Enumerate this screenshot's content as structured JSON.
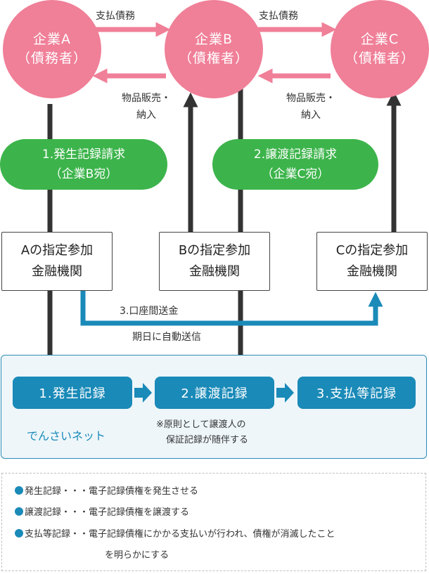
{
  "companies": {
    "a": {
      "name": "企業A",
      "role": "（債務者）"
    },
    "b": {
      "name": "企業B",
      "role": "（債権者）"
    },
    "c": {
      "name": "企業C",
      "role": "（債権者）"
    }
  },
  "flows": {
    "payment_ab": "支払債務",
    "payment_bc": "支払債務",
    "goods_ba": [
      "物品販売・",
      "納入"
    ],
    "goods_cb": [
      "物品販売・",
      "納入"
    ]
  },
  "requests": {
    "issue": {
      "line1": "1.発生記録請求",
      "line2": "（企業B宛）"
    },
    "transfer": {
      "line1": "2.譲渡記録請求",
      "line2": "（企業C宛）"
    }
  },
  "banks": {
    "a": {
      "line1": "Aの指定参加",
      "line2": "金融機関"
    },
    "b": {
      "line1": "Bの指定参加",
      "line2": "金融機関"
    },
    "c": {
      "line1": "Cの指定参加",
      "line2": "金融機関"
    }
  },
  "transfer_labels": {
    "account_transfer": "3.口座間送金",
    "auto_send": "期日に自動送信"
  },
  "records": {
    "issue": "1.発生記録",
    "transfer": "2.譲渡記録",
    "payment": "3.支払等記録"
  },
  "network_name": "でんさいネット",
  "note": [
    "※原則として譲渡人の",
    "保証記録が随伴する"
  ],
  "legend": [
    {
      "term": "発生記録",
      "sep": "・・・",
      "desc": "電子記録債権を発生させる"
    },
    {
      "term": "譲渡記録",
      "sep": "・・・",
      "desc": "電子記録債権を譲渡する"
    },
    {
      "term": "支払等記録",
      "sep": "・・",
      "desc": "電子記録債権にかかる支払いが行われ、債権が消滅したこと",
      "desc2": "を明らかにする"
    }
  ],
  "colors": {
    "company": "#f07f98",
    "request": "#3cb44b",
    "record": "#1a8ab8",
    "pink_arrow": "#f07f98",
    "flow_line": "#333333",
    "network_panel": "#eef6fa"
  }
}
